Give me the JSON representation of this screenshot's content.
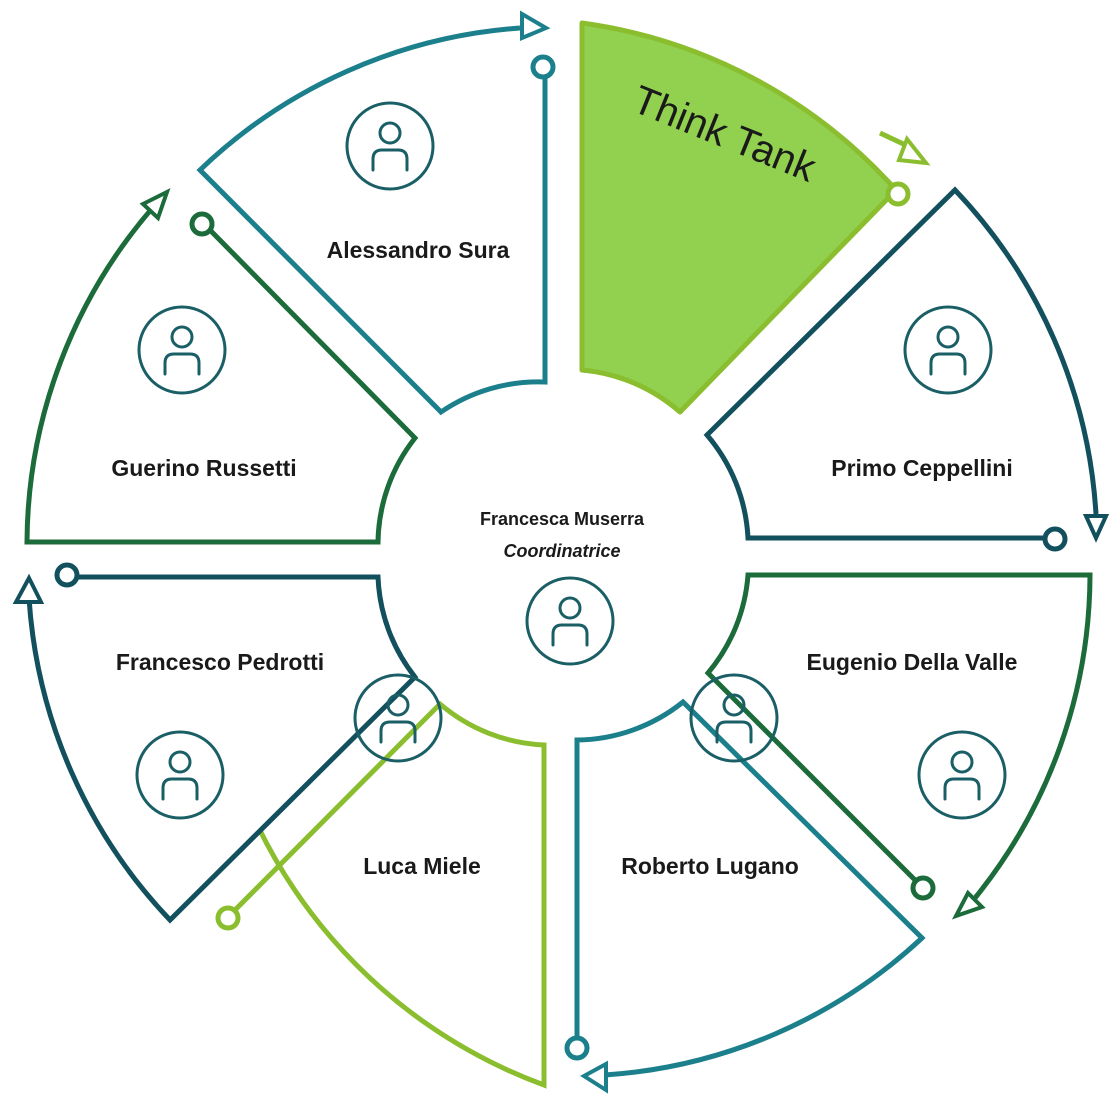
{
  "center": {
    "name": "Francesca Muserra",
    "role": "Coordinatrice",
    "icon": "person-icon"
  },
  "title": "Think Tank",
  "members": [
    {
      "name": "Alessandro Sura",
      "icon": "person-icon",
      "color": "#1B7F8C"
    },
    {
      "name": "Primo Ceppellini",
      "icon": "person-icon",
      "color": "#12505E"
    },
    {
      "name": "Eugenio Della Valle",
      "icon": "person-icon",
      "color": "#1C6B3A"
    },
    {
      "name": "Roberto Lugano",
      "icon": "person-icon",
      "color": "#1B7F8C"
    },
    {
      "name": "Luca Miele",
      "icon": "person-icon",
      "color": "#8BBE2E"
    },
    {
      "name": "Francesco Pedrotti",
      "icon": "person-icon",
      "color": "#12505E"
    },
    {
      "name": "Guerino Russetti",
      "icon": "person-icon",
      "color": "#1C6B3A"
    }
  ],
  "colors": {
    "highlight_fill": "#92D050",
    "highlight_stroke": "#8BBE2E",
    "center_stroke": "#1B5F66",
    "icon_stroke": "#1B5F66"
  }
}
